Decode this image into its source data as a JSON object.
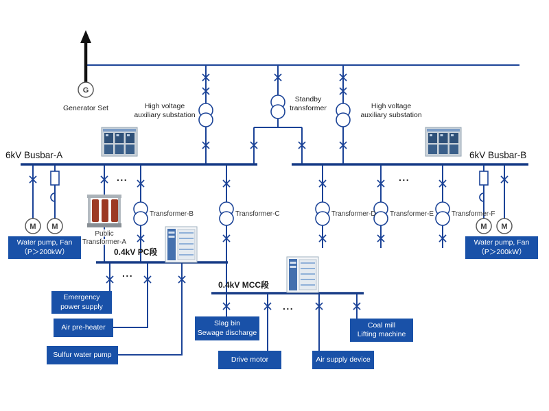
{
  "diagram": {
    "generator": {
      "symbol": "G",
      "label": "Generator Set"
    },
    "top_labels": {
      "hv_left": [
        "High voltage",
        "auxiliary substation"
      ],
      "standby": [
        "Standby",
        "transformer"
      ],
      "hv_right": [
        "High voltage",
        "auxiliary substation"
      ]
    },
    "busbars": {
      "a": "6kV Busbar-A",
      "b": "6kV Busbar-B",
      "pc": "0.4kV  PC段",
      "mcc": "0.4kV  MCC段"
    },
    "transformers": {
      "public": [
        "Public",
        "Transformer-A"
      ],
      "b": "Transformer-B",
      "c": "Transformer-C",
      "d": "Transformer-D",
      "e": "Transformer-E",
      "f": "Transformer-F"
    },
    "motor_symbol": "M",
    "ellipsis": "...",
    "loads": {
      "water_pump_left": [
        "Water pump,  Fan",
        "（P＞200kW）"
      ],
      "water_pump_right": [
        "Water pump,  Fan",
        "（P＞200kW）"
      ],
      "emergency": [
        "Emergency",
        "power supply"
      ],
      "air_preheater": [
        "Air pre-heater"
      ],
      "sulfur_pump": [
        "Sulfur water pump"
      ],
      "slag_bin": [
        "Slag bin",
        "Sewage discharge"
      ],
      "drive_motor": [
        "Drive motor"
      ],
      "air_supply": [
        "Air supply device"
      ],
      "coal_mill": [
        "Coal mill",
        "Lifting machine"
      ]
    },
    "colors": {
      "wire": "#1b4397",
      "load_box": "#1951a8",
      "load_text": "#ffffff"
    }
  }
}
